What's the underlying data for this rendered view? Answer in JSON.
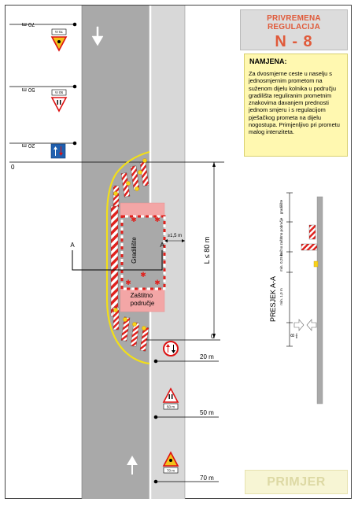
{
  "header": {
    "scheme_category": "PRIVREMENA REGULACIJA",
    "scheme_code": "N - 8"
  },
  "purpose": {
    "title": "NAMJENA:",
    "text": "Za dvosmjerne ceste u naselju s jednosmjernim prometom na suženom dijelu kolnika u području gradilišta reguliranim prometnim znakovima davanjem prednosti jednom smjeru i s regulacijom pješačkog prometa na dijelu nogostupa. Primjenljivo pri prometu malog intenziteta."
  },
  "example_label": "PRIMJER",
  "plan": {
    "top_distances": [
      {
        "label": "70 m",
        "plate": "70 m"
      },
      {
        "label": "50 m",
        "plate": "50 m"
      },
      {
        "label": "20 m"
      }
    ],
    "zero_top": "0",
    "zero_bottom": "0",
    "bottom_distances": [
      {
        "label": "20 m"
      },
      {
        "label": "50 m",
        "plate": "50 m"
      },
      {
        "label": "70 m",
        "plate": "70 m"
      }
    ],
    "worksite_label": "Gradilište",
    "protection_zone_label": "Zaštitno\npodručje",
    "clearance_label": "≥1,5 m",
    "length_label": "L ≤ 80 m",
    "section_marker": "A"
  },
  "section": {
    "title": "PRESJEK A-A",
    "dims": [
      "gradilište",
      "bočno zaštitno područje",
      "min. 0,25 m",
      "min. 1,0 m",
      "B",
      "min"
    ]
  },
  "colors": {
    "road": "#a9a9a9",
    "sidewalk": "#d8d8d8",
    "curb": "#ffffff",
    "worksite": "#f4b8b8",
    "protection_zone": "#f3a6a6",
    "barrier_red": "#e0211d",
    "taper_line": "#f2df18",
    "warning_lamp": "#f7d21a",
    "title_text": "#e05a3a"
  },
  "icons": [
    "lane-arrow-icon",
    "yield-sign-icon",
    "priority-over-oncoming-sign-icon",
    "priority-to-oncoming-sign-icon",
    "roadworks-sign-icon",
    "narrow-road-sign-icon",
    "warning-lamp-icon",
    "pedestrian-arrow-icon"
  ]
}
